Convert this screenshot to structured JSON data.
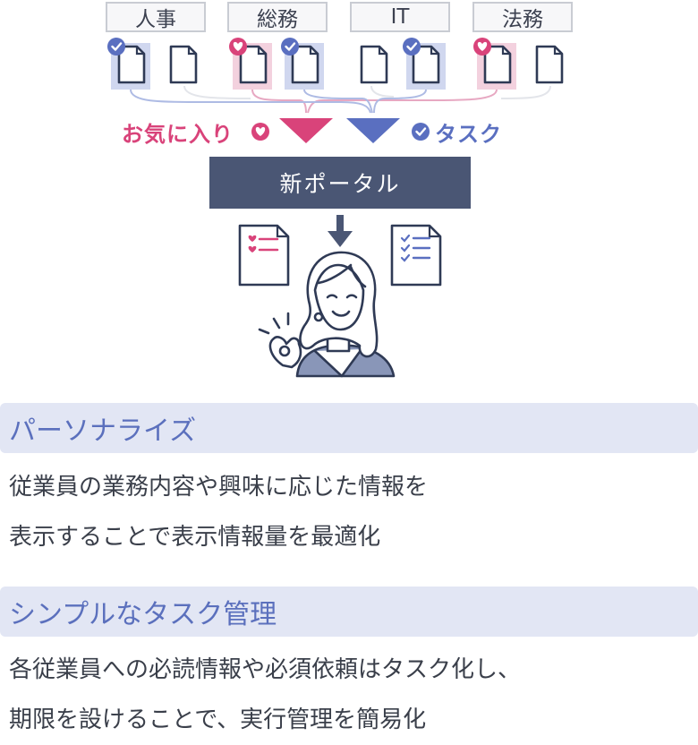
{
  "departments": [
    "人事",
    "総務",
    "IT",
    "法務"
  ],
  "labels": {
    "favorite": "お気に入り",
    "task": "タスク"
  },
  "portal": {
    "title": "新ポータル"
  },
  "sections": [
    {
      "heading": "パーソナライズ",
      "lines": [
        "従業員の業務内容や興味に応じた情報を",
        "表示することで表示情報量を最適化"
      ]
    },
    {
      "heading": "シンプルなタスク管理",
      "lines": [
        "各従業員への必読情報や必須依頼はタスク化し、",
        "期限を設けることで、実行管理を簡易化"
      ]
    }
  ],
  "colors": {
    "favorite": "#d9437a",
    "task": "#5a6fc0",
    "navy": "#4a5674",
    "heading_bg": "#e2e6f4"
  }
}
